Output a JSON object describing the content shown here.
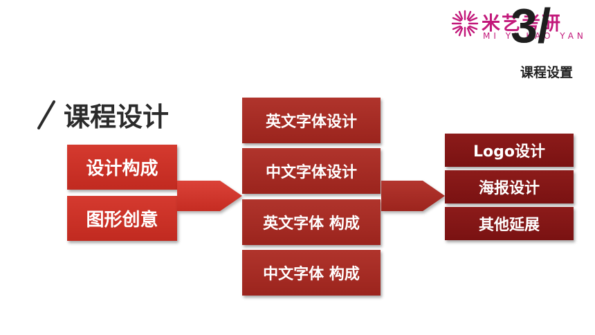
{
  "header": {
    "logo_text": "米艺考研",
    "logo_sub": "MI YI KAO YAN",
    "slide_number": "3/",
    "section_label": "课程设置"
  },
  "title": "课程设计",
  "columns": {
    "left": [
      "设计构成",
      "图形创意"
    ],
    "middle": [
      "英文字体设计",
      "中文字体设计",
      "英文字体 构成",
      "中文字体 构成"
    ],
    "right": [
      "Logo设计",
      "海报设计",
      "其他延展"
    ]
  },
  "colors": {
    "left_box": "#c9322a",
    "middle_box": "#a52b24",
    "right_box": "#831616",
    "arrow_1": "#d0352c",
    "arrow_2": "#a72c27",
    "brand": "#c2187a"
  }
}
